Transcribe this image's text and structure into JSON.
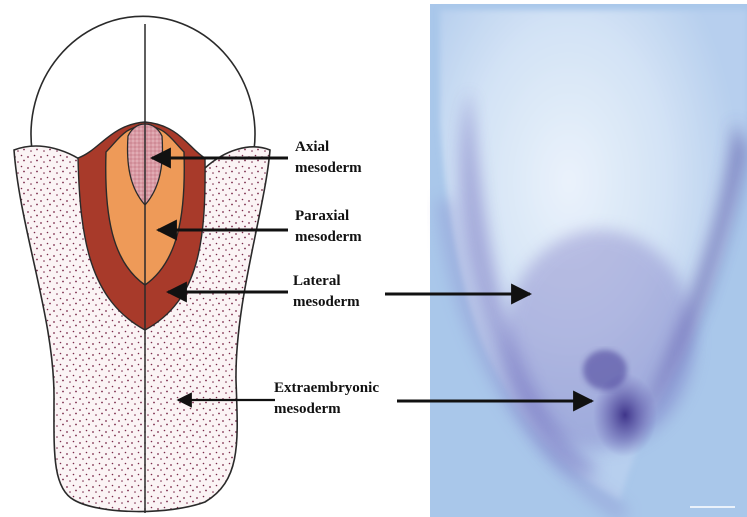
{
  "figure": {
    "panels": [
      "schematic-diagram",
      "stained-embryo-photo"
    ]
  },
  "labels": {
    "axial": {
      "line1": "Axial",
      "line2": "mesoderm"
    },
    "paraxial": {
      "line1": "Paraxial",
      "line2": "mesoderm"
    },
    "lateral": {
      "line1": "Lateral",
      "line2": "mesoderm"
    },
    "extraembryonic": {
      "line1": "Extraembryonic",
      "line2": "mesoderm"
    }
  },
  "colors": {
    "axial_region": "#d99aa4",
    "paraxial_region": "#ee9a58",
    "lateral_region": "#a83a2a",
    "extraembryonic_region": "#fbf4f5",
    "dots": "#7a2a4a",
    "outline": "#2a2a2a",
    "photo_background": "#a9c7ea",
    "photo_stain": "#4a3f9a"
  }
}
